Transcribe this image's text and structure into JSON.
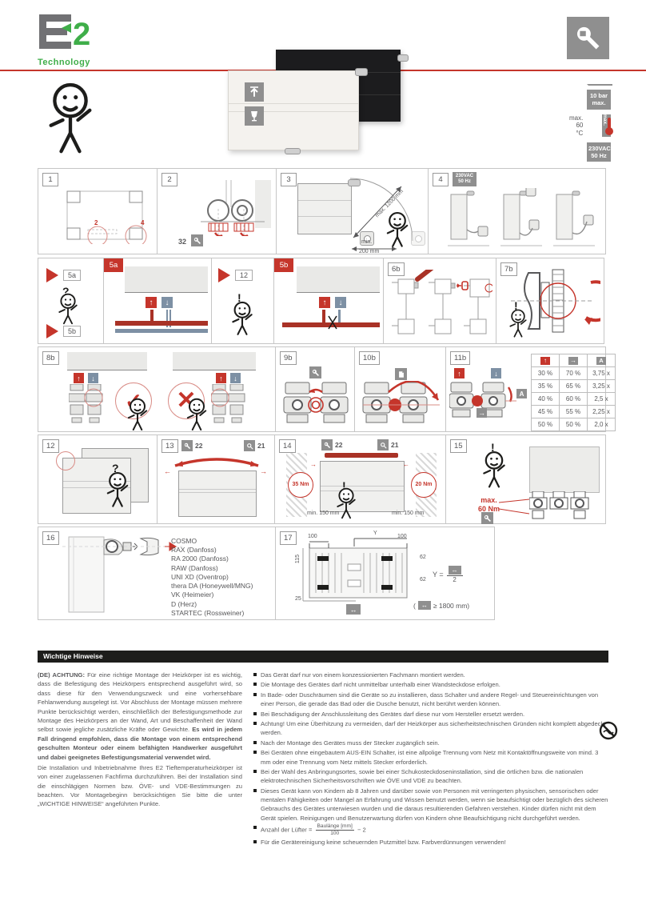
{
  "colors": {
    "accent_red": "#c5352b",
    "logo_green": "#3fae49",
    "arrow_blue": "#7d90a4",
    "badge_gray": "#8f8f8f",
    "bar_black": "#1d1d1b"
  },
  "header": {
    "logo": {
      "letter": "E",
      "number": "2",
      "tagline": "Technology"
    },
    "limits": {
      "pressure_l1": "10 bar",
      "pressure_l2": "max.",
      "temp_cap1": "max.",
      "temp_cap2": "60 °C",
      "temp_side": "max.",
      "power_l1": "230VAC",
      "power_l2": "50 Hz"
    }
  },
  "steps": {
    "s1": {
      "num": "1",
      "mark2": "2",
      "mark4": "4"
    },
    "s2": {
      "num": "2",
      "page": "32"
    },
    "s3": {
      "num": "3",
      "arc": "max. 1200 mm",
      "min1": "min.",
      "min2": "200 mm"
    },
    "s4": {
      "num": "4",
      "badge_l1": "230VAC",
      "badge_l2": "50 Hz"
    },
    "nav5": {
      "a": "5a",
      "b": "5b",
      "q": "?"
    },
    "s5a": {
      "tab": "5a"
    },
    "nav12": {
      "ref": "12",
      "mark": "!"
    },
    "s5b": {
      "tab": "5b"
    },
    "s6b": {
      "num": "6b"
    },
    "s7b": {
      "num": "7b",
      "mark": "!"
    },
    "s8b": {
      "num": "8b",
      "ok": "✓",
      "bad": "✕"
    },
    "s9b": {
      "num": "9b"
    },
    "s10b": {
      "num": "10b"
    },
    "s11b": {
      "num": "11b",
      "col_a": "A",
      "table_rows": [
        {
          "hot": "30 %",
          "front": "70 %",
          "factor": "3,75 x"
        },
        {
          "hot": "35 %",
          "front": "65 %",
          "factor": "3,25 x"
        },
        {
          "hot": "40 %",
          "front": "60 %",
          "factor": "2,5 x"
        },
        {
          "hot": "45 %",
          "front": "55 %",
          "factor": "2,25 x"
        },
        {
          "hot": "50 %",
          "front": "50 %",
          "factor": "2,0 x"
        }
      ]
    },
    "s12": {
      "num": "12",
      "mark": "?"
    },
    "s13": {
      "num": "13",
      "wrench_ref": "22",
      "detail_ref": "21"
    },
    "s14": {
      "num": "14",
      "wrench_ref": "22",
      "detail_ref": "21",
      "torque_left": "35 Nm",
      "torque_right": "20 Nm",
      "min_label": "min.",
      "min_value": "150 mm",
      "mark": "!"
    },
    "s15": {
      "num": "15",
      "torque_l1": "max.",
      "torque_l2": "60 Nm",
      "mark": "!"
    },
    "s16": {
      "num": "16",
      "heads": [
        "COSMO",
        "RAX (Danfoss)",
        "RA 2000 (Danfoss)",
        "RAW (Danfoss)",
        "UNI XD (Oventrop)",
        "thera DA (Honeywell/MNG)",
        "VK (Heimeier)",
        "D (Herz)",
        "STARTEC (Rossweiner)"
      ]
    },
    "s17": {
      "num": "17",
      "dim_left": "100",
      "dim_y": "Y",
      "dim_right": "100",
      "dim_h1": "115",
      "dim_h2": "62",
      "dim_h3": "62",
      "dim_h4": "25",
      "formula_lhs": "Y =",
      "formula_den": "2",
      "note_prefix": "(",
      "note_suffix": "≥ 1800 mm)"
    }
  },
  "notices": {
    "title": "Wichtige Hinweise",
    "left_lead": "(DE) ACHTUNG:",
    "left_intro": " Für eine richtige Montage der Heizkörper ist es wichtig, dass die Befestigung des Heizkörpers entsprechend ausgeführt wird, so dass diese für den Verwendungszweck und eine vorhersehbare Fehlanwendung ausgelegt ist. Vor Abschluss der Montage müssen mehrere Punkte berücksichtigt werden, einschließlich der Befestigungsmethode zur Montage des Heizkörpers an der Wand, Art und Beschaffenheit der Wand selbst sowie jegliche zusätzliche Kräfte oder Gewichte. ",
    "left_bold": "Es wird in jedem Fall dringend empfohlen, dass die Montage von einem entsprechend geschulten Monteur oder einem befähigten Handwerker ausgeführt und dabei geeignetes Befestigungsmaterial verwendet wird.",
    "left_para2": "Die Installation und Inbetriebnahme Ihres E2 Tieftemperaturheizkörper ist von einer zugelassenen Fachfirma durchzuführen. Bei der Installation sind die einschlägigen Normen bzw. ÖVE- und VDE-Bestimmungen zu beachten. Vor Montagebeginn berücksichtigen Sie bitte die unter „WICHTIGE HINWEISE“ angeführten Punkte.",
    "bullets_a": [
      {
        "text": "Das Gerät darf nur von einem konzessionierten Fachmann montiert werden."
      },
      {
        "text": "Die Montage des Gerätes darf nicht unmittelbar unterhalb einer Wandsteckdose erfolgen."
      },
      {
        "text": "In Bade- oder Duschräumen sind die Geräte so zu installieren, dass Schalter und andere Regel- und Steuereinrichtungen von einer Person, die gerade das Bad oder die Dusche benutzt, nicht berührt werden können."
      },
      {
        "text": "Bei Beschädigung der Anschlussleitung des Gerätes darf diese nur vom Hersteller ersetzt werden."
      },
      {
        "text": "Achtung! Um eine Überhitzung zu vermeiden, darf der Heizkörper aus sicherheitstechnischen Gründen nicht komplett abgedeckt werden.",
        "icon": "no-cover"
      },
      {
        "text": "Nach der Montage des Gerätes muss der Stecker zugänglich sein."
      },
      {
        "text": "Bei Geräten ohne eingebautem AUS-EIN Schalter, ist eine allpolige Trennung vom Netz mit Kontaktöffnungsweite von mind. 3 mm oder eine Trennung vom Netz mittels Stecker erforderlich."
      },
      {
        "text": "Bei der Wahl des Anbringungsortes, sowie bei einer Schukosteckdoseninstallation, sind die örtlichen bzw. die nationalen elektrotechnischen Sicherheitsvorschriften wie ÖVE und VDE zu beachten."
      },
      {
        "text": "Dieses Gerät kann von Kindern ab 8 Jahren und darüber sowie von Personen mit verringerten physischen, sensorischen oder mentalen Fähigkeiten oder Mangel an Erfahrung und Wissen benutzt werden, wenn sie beaufsichtigt oder bezüglich des sicheren Gebrauchs des Gerätes unterwiesen wurden und die daraus resultierenden Gefahren verstehen. Kinder dürfen nicht mit dem Gerät spielen. Reinigungen und Benutzerwartung dürfen von Kindern ohne Beaufsichtigung nicht durchgeführt werden."
      }
    ],
    "formula": {
      "label": "Anzahl der Lüfter =",
      "numerator": "Baulänge [mm]",
      "denominator": "100",
      "suffix": "− 2"
    },
    "bullets_b": [
      {
        "text": "Für die Gerätereinigung keine scheuernden Putzmittel bzw. Farbverdünnungen verwenden!"
      }
    ]
  }
}
